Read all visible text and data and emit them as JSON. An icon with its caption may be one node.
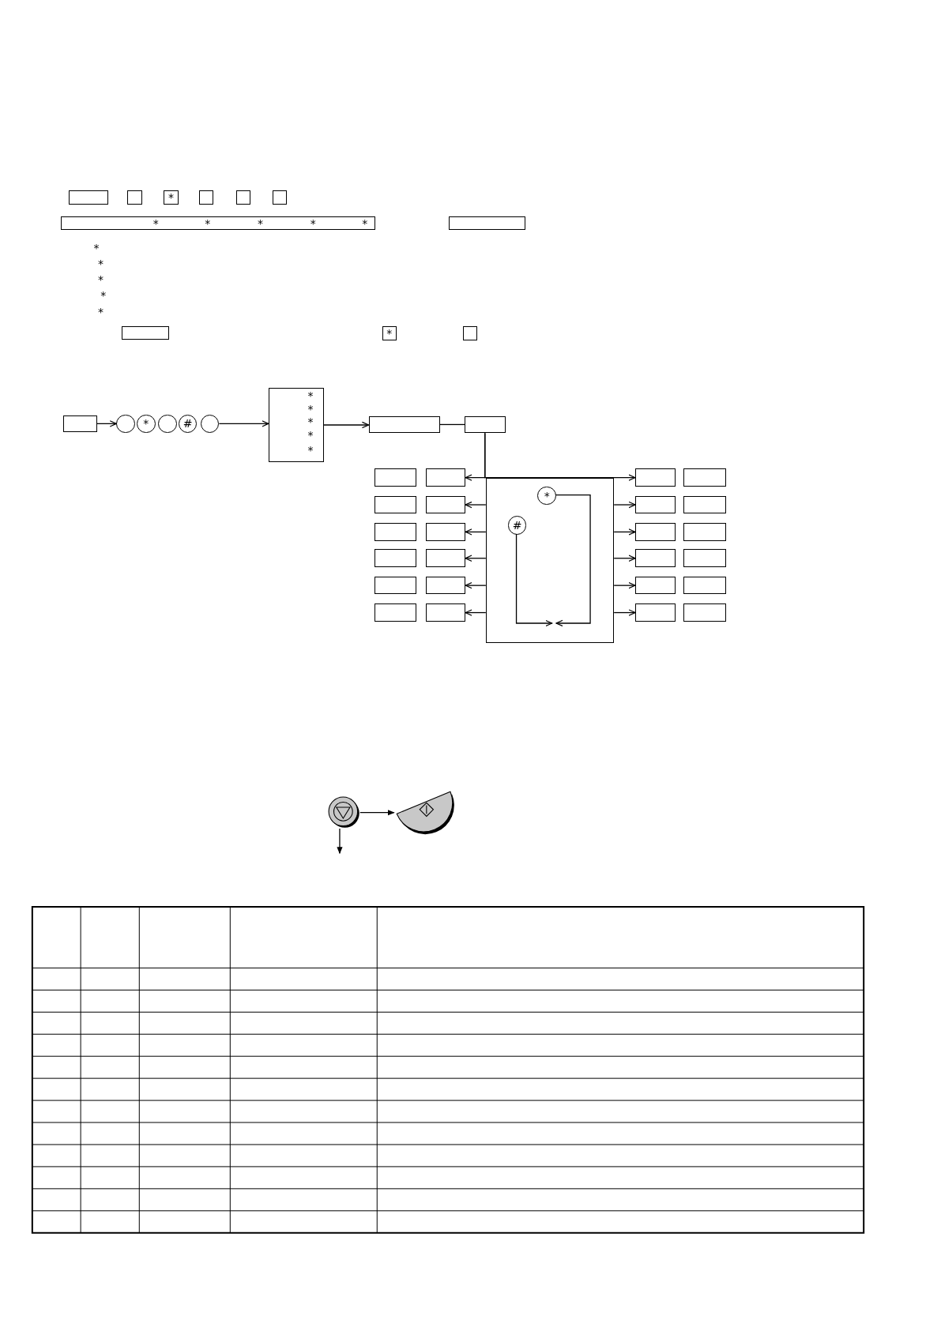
{
  "diagram": {
    "nodes": [
      {
        "text": [],
        "shape": "box"
      },
      {
        "text": [],
        "shape": "box"
      },
      {
        "text": [
          "*"
        ]
      },
      {
        "text": [],
        "shape": "box"
      },
      {
        "text": [],
        "shape": "box"
      },
      {
        "text": [],
        "shape": "box"
      },
      {
        "text": [
          "*",
          "*",
          "*",
          "*",
          "*"
        ]
      },
      {
        "text": [],
        "shape": "box"
      },
      {
        "text": [],
        "shape": "box"
      },
      {
        "text": [
          "*"
        ]
      },
      {
        "text": [],
        "shape": "box"
      },
      {
        "text": [],
        "shape": "box"
      },
      {
        "text": [],
        "shape": "circle"
      },
      {
        "text": [
          "*"
        ]
      },
      {
        "text": [],
        "shape": "circle"
      },
      {
        "text": [
          "#"
        ]
      },
      {
        "text": [],
        "shape": "circle"
      },
      {
        "text": [
          "*",
          "*",
          "*",
          "*",
          "*"
        ]
      },
      {
        "text": [],
        "shape": "box"
      },
      {
        "text": [],
        "shape": "box"
      },
      {
        "text": [],
        "shape": "box"
      },
      {
        "text": [
          "*"
        ],
        "in": 20
      },
      {
        "text": [
          "#"
        ],
        "in": 20
      },
      {
        "text": [],
        "shape": "box"
      },
      {
        "text": [],
        "shape": "box"
      },
      {
        "text": [],
        "shape": "box"
      },
      {
        "text": [],
        "shape": "box"
      },
      {
        "text": [],
        "shape": "box"
      },
      {
        "text": [],
        "shape": "box"
      },
      {
        "text": [],
        "shape": "box"
      },
      {
        "text": [],
        "shape": "box"
      },
      {
        "text": [],
        "shape": "box"
      },
      {
        "text": [],
        "shape": "box"
      },
      {
        "text": [],
        "shape": "box"
      },
      {
        "text": [],
        "shape": "box"
      },
      {
        "text": [],
        "shape": "box"
      },
      {
        "text": [],
        "shape": "box"
      },
      {
        "text": [],
        "shape": "box"
      },
      {
        "text": [],
        "shape": "box"
      },
      {
        "text": [],
        "shape": "box"
      },
      {
        "text": [],
        "shape": "box"
      },
      {
        "text": [],
        "shape": "box"
      },
      {
        "text": [],
        "shape": "box"
      },
      {
        "text": [],
        "shape": "box"
      },
      {
        "text": [],
        "shape": "box"
      },
      {
        "text": [],
        "shape": "box"
      },
      {
        "text": [],
        "shape": "box"
      },
      {
        "text": [],
        "shape": "circle"
      },
      {
        "text": [],
        "shape": "semicircle"
      }
    ],
    "edges": [
      {
        "from": 11,
        "to": 12,
        "arrow": "to"
      },
      {
        "from": 16,
        "to": 17,
        "arrow": "to"
      },
      {
        "from": 17,
        "to": 18,
        "arrow": "to"
      },
      {
        "from": 18,
        "to": 19,
        "arrow": "none"
      },
      {
        "from": 19,
        "to": 24,
        "arrow": "to"
      },
      {
        "from": 19,
        "to": 25,
        "arrow": "to"
      },
      {
        "from": 20,
        "to": 28,
        "arrow": "to"
      },
      {
        "from": 20,
        "to": 32,
        "arrow": "to"
      },
      {
        "from": 20,
        "to": 36,
        "arrow": "to"
      },
      {
        "from": 20,
        "to": 40,
        "arrow": "to"
      },
      {
        "from": 20,
        "to": 44,
        "arrow": "to"
      },
      {
        "from": 20,
        "to": 29,
        "arrow": "to"
      },
      {
        "from": 20,
        "to": 33,
        "arrow": "to"
      },
      {
        "from": 20,
        "to": 37,
        "arrow": "to"
      },
      {
        "from": 20,
        "to": 41,
        "arrow": "to"
      },
      {
        "from": 20,
        "to": 45,
        "arrow": "to"
      },
      {
        "from": 21,
        "to": null,
        "arrow": "to"
      },
      {
        "from": 22,
        "to": null,
        "arrow": "to"
      },
      {
        "from": 47,
        "to": 48,
        "arrow": "to"
      },
      {
        "from": 47,
        "to": null,
        "arrow": "to"
      }
    ],
    "labels": [
      "*",
      "*",
      "*",
      "*",
      "*"
    ]
  }
}
